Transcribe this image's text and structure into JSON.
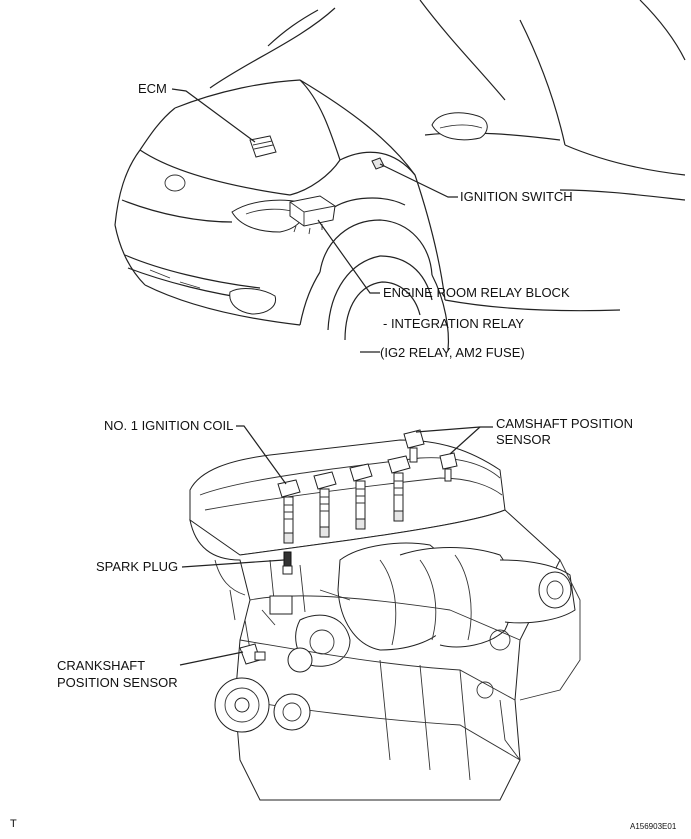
{
  "labels": {
    "ecm": "ECM",
    "ignition_switch": "IGNITION SWITCH",
    "engine_room_relay_block": "ENGINE ROOM RELAY BLOCK",
    "integration_relay": "- INTEGRATION RELAY",
    "ig2_relay_am2_fuse": "(IG2 RELAY, AM2 FUSE)",
    "no1_ignition_coil": "NO. 1 IGNITION COIL",
    "camshaft_position_sensor_line1": "CAMSHAFT POSITION",
    "camshaft_position_sensor_line2": "SENSOR",
    "spark_plug": "SPARK PLUG",
    "crankshaft_position_sensor_line1": "CRANKSHAFT",
    "crankshaft_position_sensor_line2": "POSITION SENSOR"
  },
  "corner_marks": {
    "left": "T",
    "figure_id": "A156903E01"
  }
}
